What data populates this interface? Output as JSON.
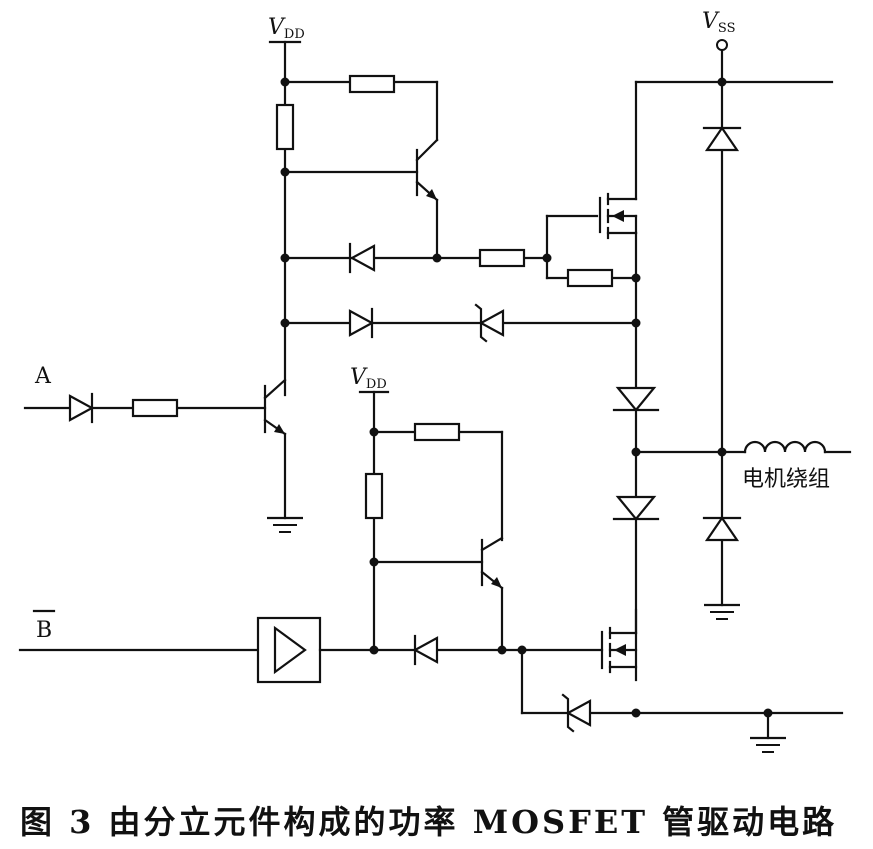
{
  "labels": {
    "vdd_top_main": "V",
    "vdd_top_sub": "DD",
    "vdd_mid_main": "V",
    "vdd_mid_sub": "DD",
    "vss_main": "V",
    "vss_sub": "SS",
    "input_a": "A",
    "input_b": "B",
    "motor_winding": "电机绕组"
  },
  "caption": "图 3   由分立元件构成的功率 MOSFET 管驱动电路"
}
